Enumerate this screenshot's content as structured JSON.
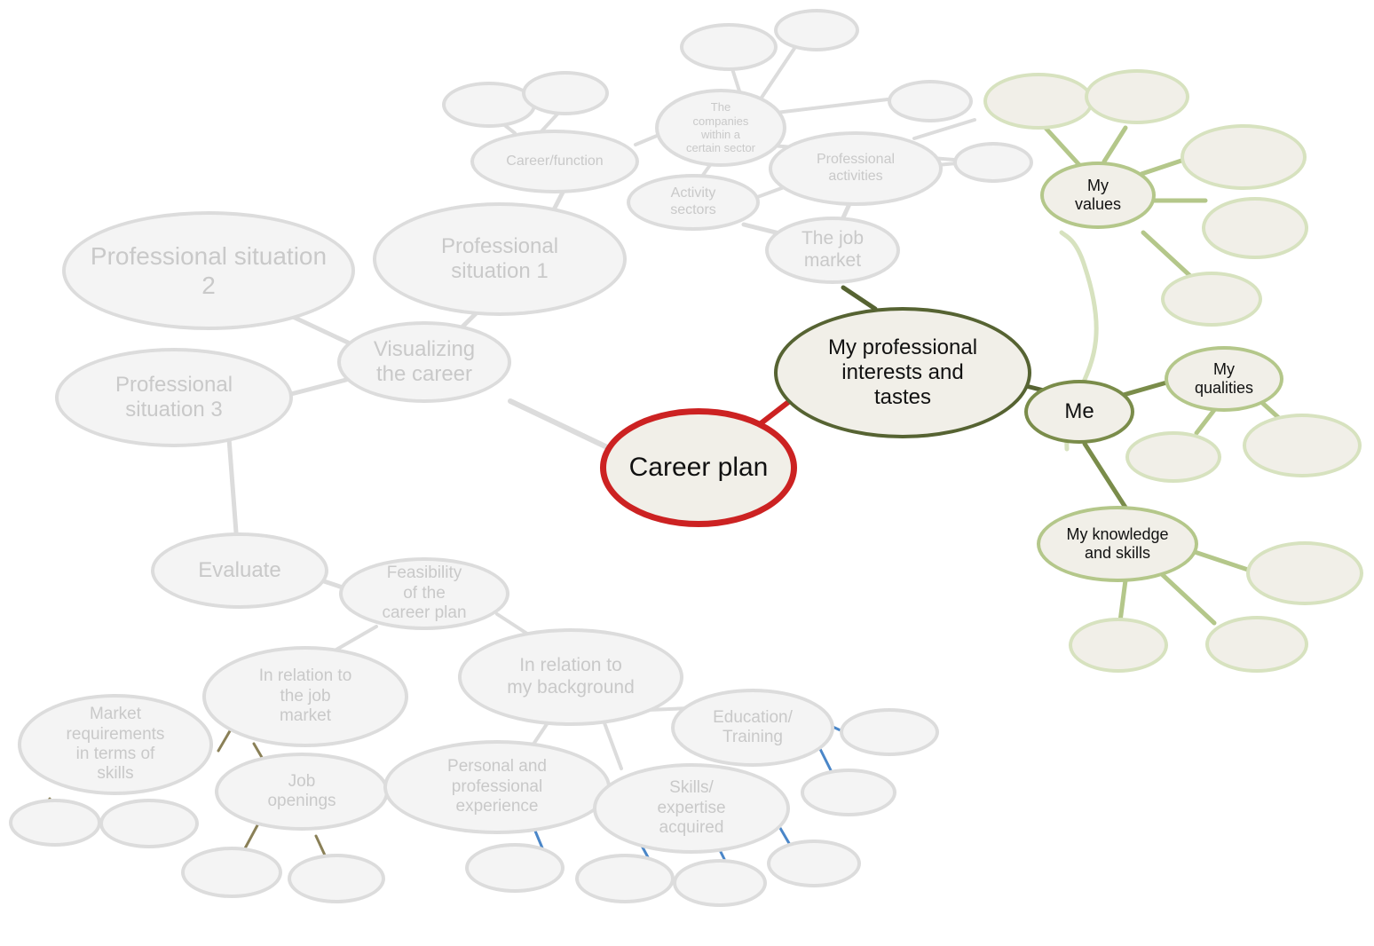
{
  "diagram": {
    "title": "Career plan mind map",
    "colors": {
      "root_border": "#CC2222",
      "node_fill": "#F1EFE8",
      "dark_olive": "#566332",
      "olive": "#7A8C4A",
      "green_mid": "#B4C78A",
      "green_light": "#D7E2BF",
      "grey_fill": "#F4F4F4",
      "grey_border": "#DCDCDC",
      "grey_text": "#C9C9C9",
      "blue_edge": "#4A86C8",
      "tan_edge": "#8A8057",
      "background": "#FFFFFF"
    },
    "nodes": {
      "root": "Career plan",
      "interests": "My professional\ninterests and\ntastes",
      "me": "Me",
      "my_values": "My\nvalues",
      "my_qualities": "My\nqualities",
      "my_knowledge": "My knowledge\nand skills",
      "visualizing": "Visualizing\nthe career",
      "prof_sit_1": "Professional\nsituation 1",
      "prof_sit_2": "Professional situation\n2",
      "prof_sit_3": "Professional\nsituation 3",
      "career_function": "Career/function",
      "companies_sector": "The\ncompanies\nwithin a\ncertain sector",
      "activity_sectors": "Activity\nsectors",
      "professional_activities": "Professional\nactivities",
      "job_market": "The job\nmarket",
      "evaluate": "Evaluate",
      "feasibility": "Feasibility\nof the\ncareer plan",
      "rel_job_market": "In relation to\nthe job\nmarket",
      "rel_background": "In relation to\nmy background",
      "market_requirements": "Market\nrequirements\nin terms of\nskills",
      "job_openings": "Job\nopenings",
      "personal_experience": "Personal and\nprofessional\nexperience",
      "education_training": "Education/\nTraining",
      "skills_expertise": "Skills/\nexpertise\nacquired"
    },
    "empty_nodes": {
      "label": ""
    }
  }
}
